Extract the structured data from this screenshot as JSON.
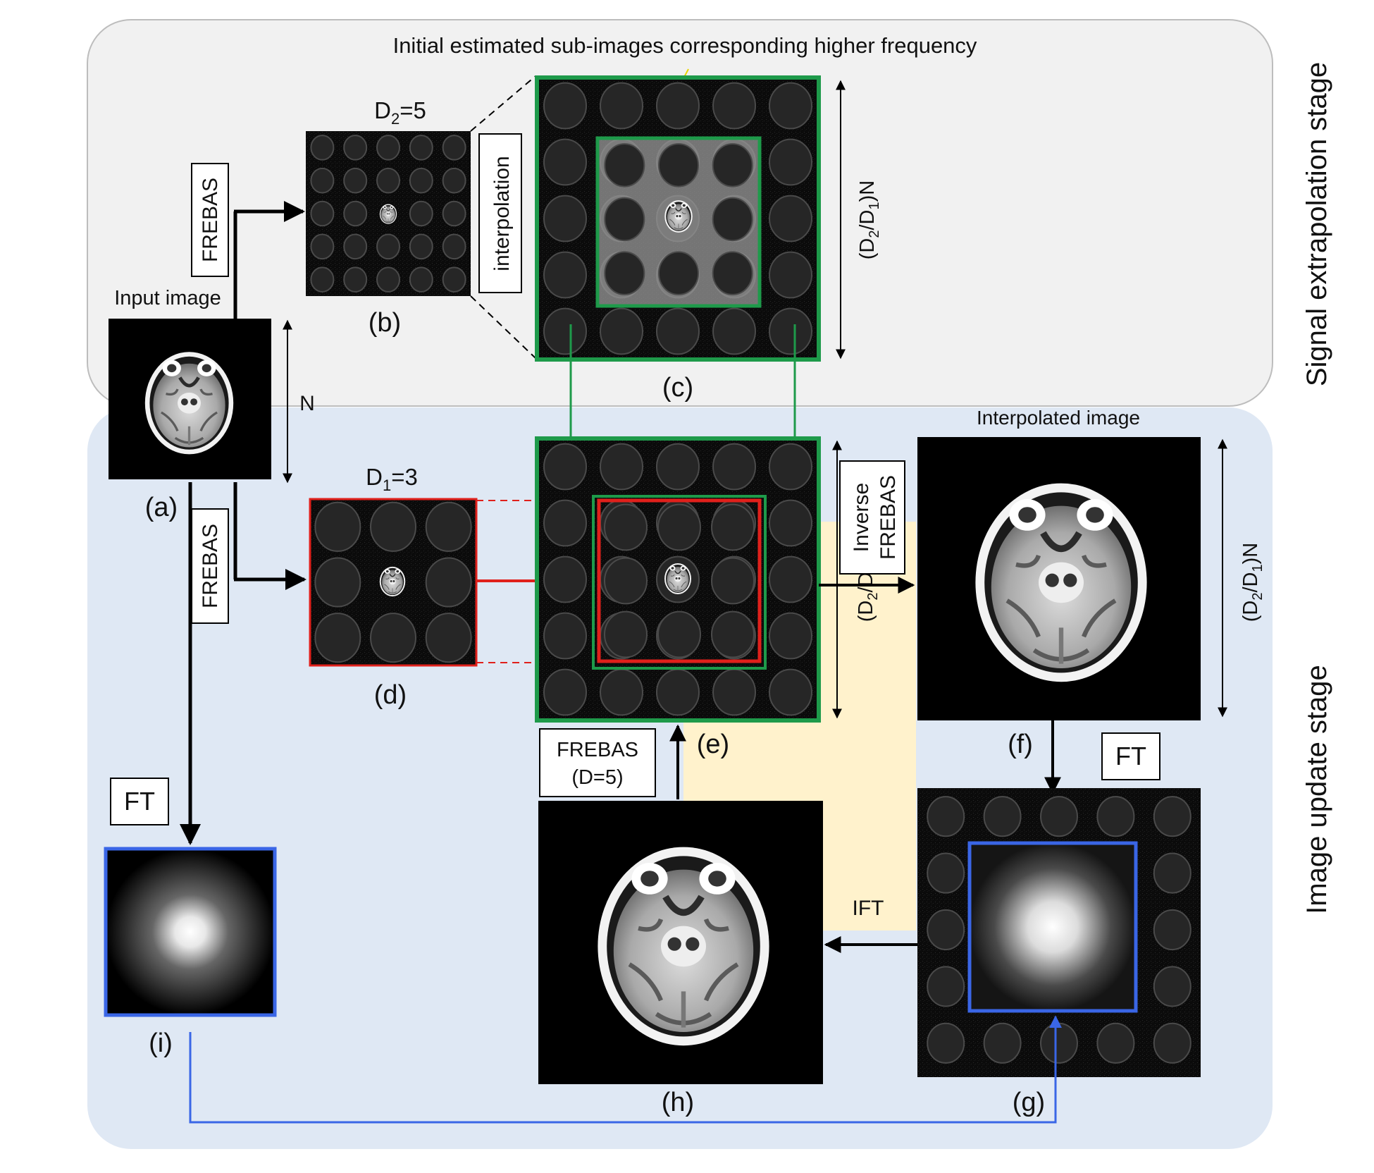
{
  "stages": {
    "top": "Signal extrapolation stage",
    "bottom": "Image update stage"
  },
  "captions": {
    "header": "Initial estimated sub-images corresponding higher frequency",
    "input_image": "Input image",
    "interpolated_image": "Interpolated image",
    "a": "(a)",
    "b": "(b)",
    "c": "(c)",
    "d": "(d)",
    "e": "(e)",
    "f": "(f)",
    "g": "(g)",
    "h": "(h)",
    "i": "(i)"
  },
  "labels": {
    "d2": {
      "base": "D",
      "sub": "2",
      "rest": "=5"
    },
    "d1": {
      "base": "D",
      "sub": "1",
      "rest": "=3"
    },
    "n": "N",
    "ratio": {
      "p1": "(D",
      "s1": "2",
      "p2": "/D",
      "s2": "1",
      "p3": ")N"
    }
  },
  "boxes": {
    "frebas_top": "FREBAS",
    "frebas_bottom": "FREBAS",
    "interpolation": "interpolation",
    "inverse_frebas_1": "Inverse",
    "inverse_frebas_2": "FREBAS",
    "frebas_d5_1": "FREBAS",
    "frebas_d5_2": "(D=5)",
    "ft_left": "FT",
    "ft_right": "FT",
    "ift": "IFT"
  },
  "colors": {
    "green": "#1e9a4a",
    "red": "#e0201b",
    "blue": "#3a66e6",
    "yellow": "#ffee00",
    "top_panel": "#f1f1f1",
    "bottom_panel": "#dfe8f4",
    "loop": "#fff2cc"
  },
  "icons": [
    "brain-mri-image",
    "frebas-sub-image-grid",
    "frequency-spectrum-image"
  ]
}
